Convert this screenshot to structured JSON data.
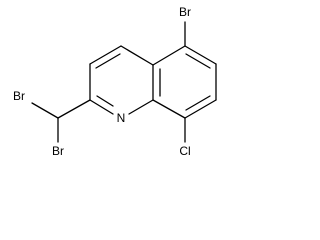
{
  "molecule": {
    "atoms": {
      "br5": "Br",
      "cl8": "Cl",
      "n1": "N",
      "br_a": "Br",
      "br_b": "Br"
    }
  }
}
